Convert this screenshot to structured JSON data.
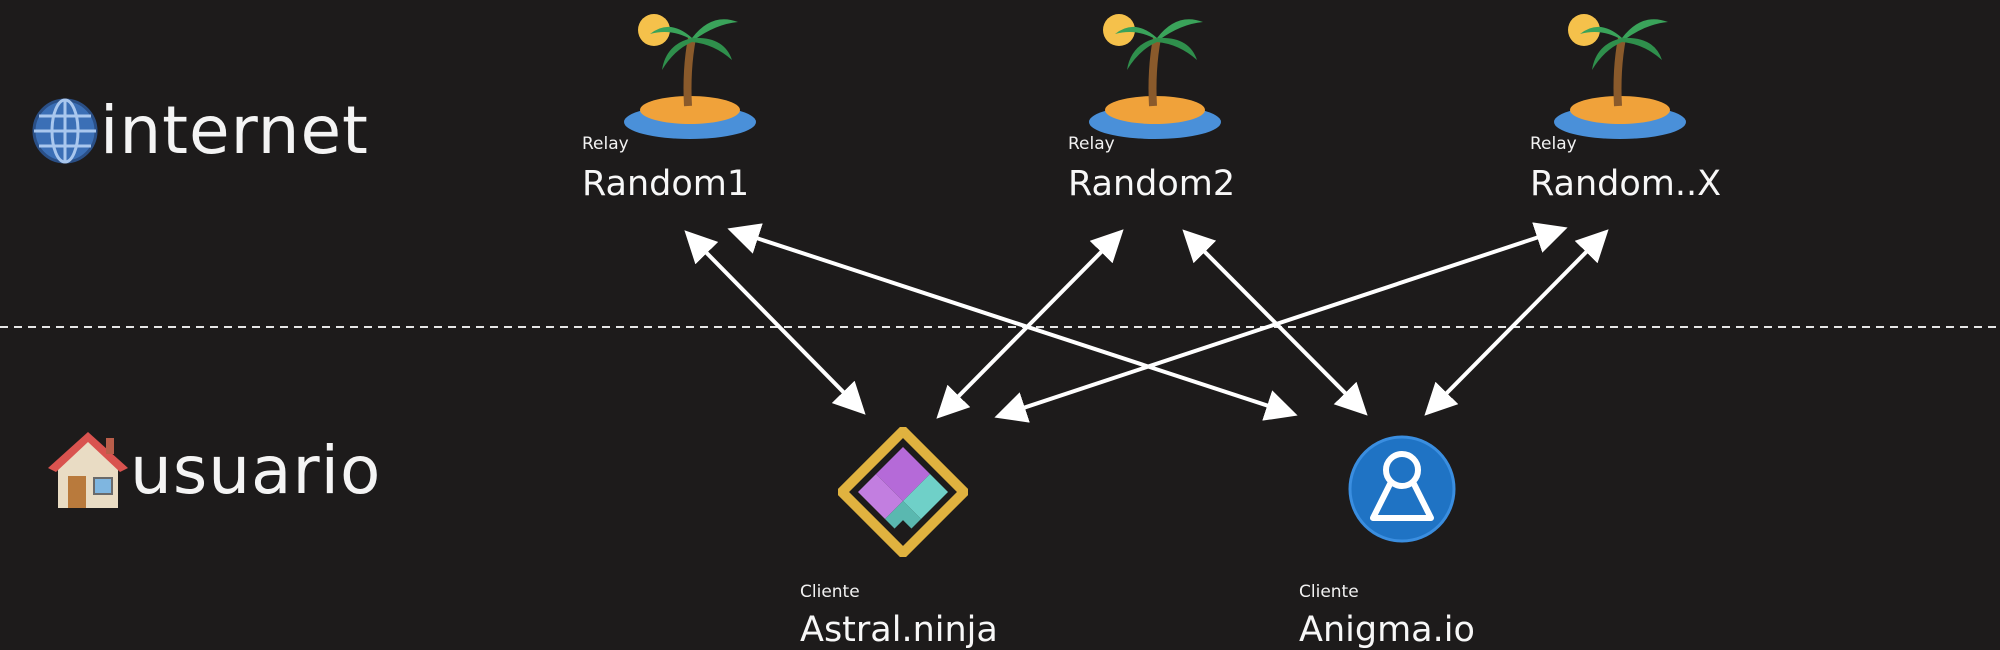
{
  "zones": {
    "internet": {
      "label": "internet",
      "icon": "globe-icon"
    },
    "usuario": {
      "label": "usuario",
      "icon": "house-icon"
    }
  },
  "relays": [
    {
      "kind": "Relay",
      "name": "Random1",
      "icon": "palm-island-icon"
    },
    {
      "kind": "Relay",
      "name": "Random2",
      "icon": "palm-island-icon"
    },
    {
      "kind": "Relay",
      "name": "Random..X",
      "icon": "palm-island-icon"
    }
  ],
  "clients": [
    {
      "kind": "Cliente",
      "name": "Astral.ninja",
      "icon": "astral-ninja-logo-icon"
    },
    {
      "kind": "Cliente",
      "name": "Anigma.io",
      "icon": "anigma-logo-icon"
    }
  ],
  "colors": {
    "background": "#1d1b1b",
    "text": "#ffffff",
    "arrow": "#ffffff",
    "divider": "#e6e6e6"
  }
}
